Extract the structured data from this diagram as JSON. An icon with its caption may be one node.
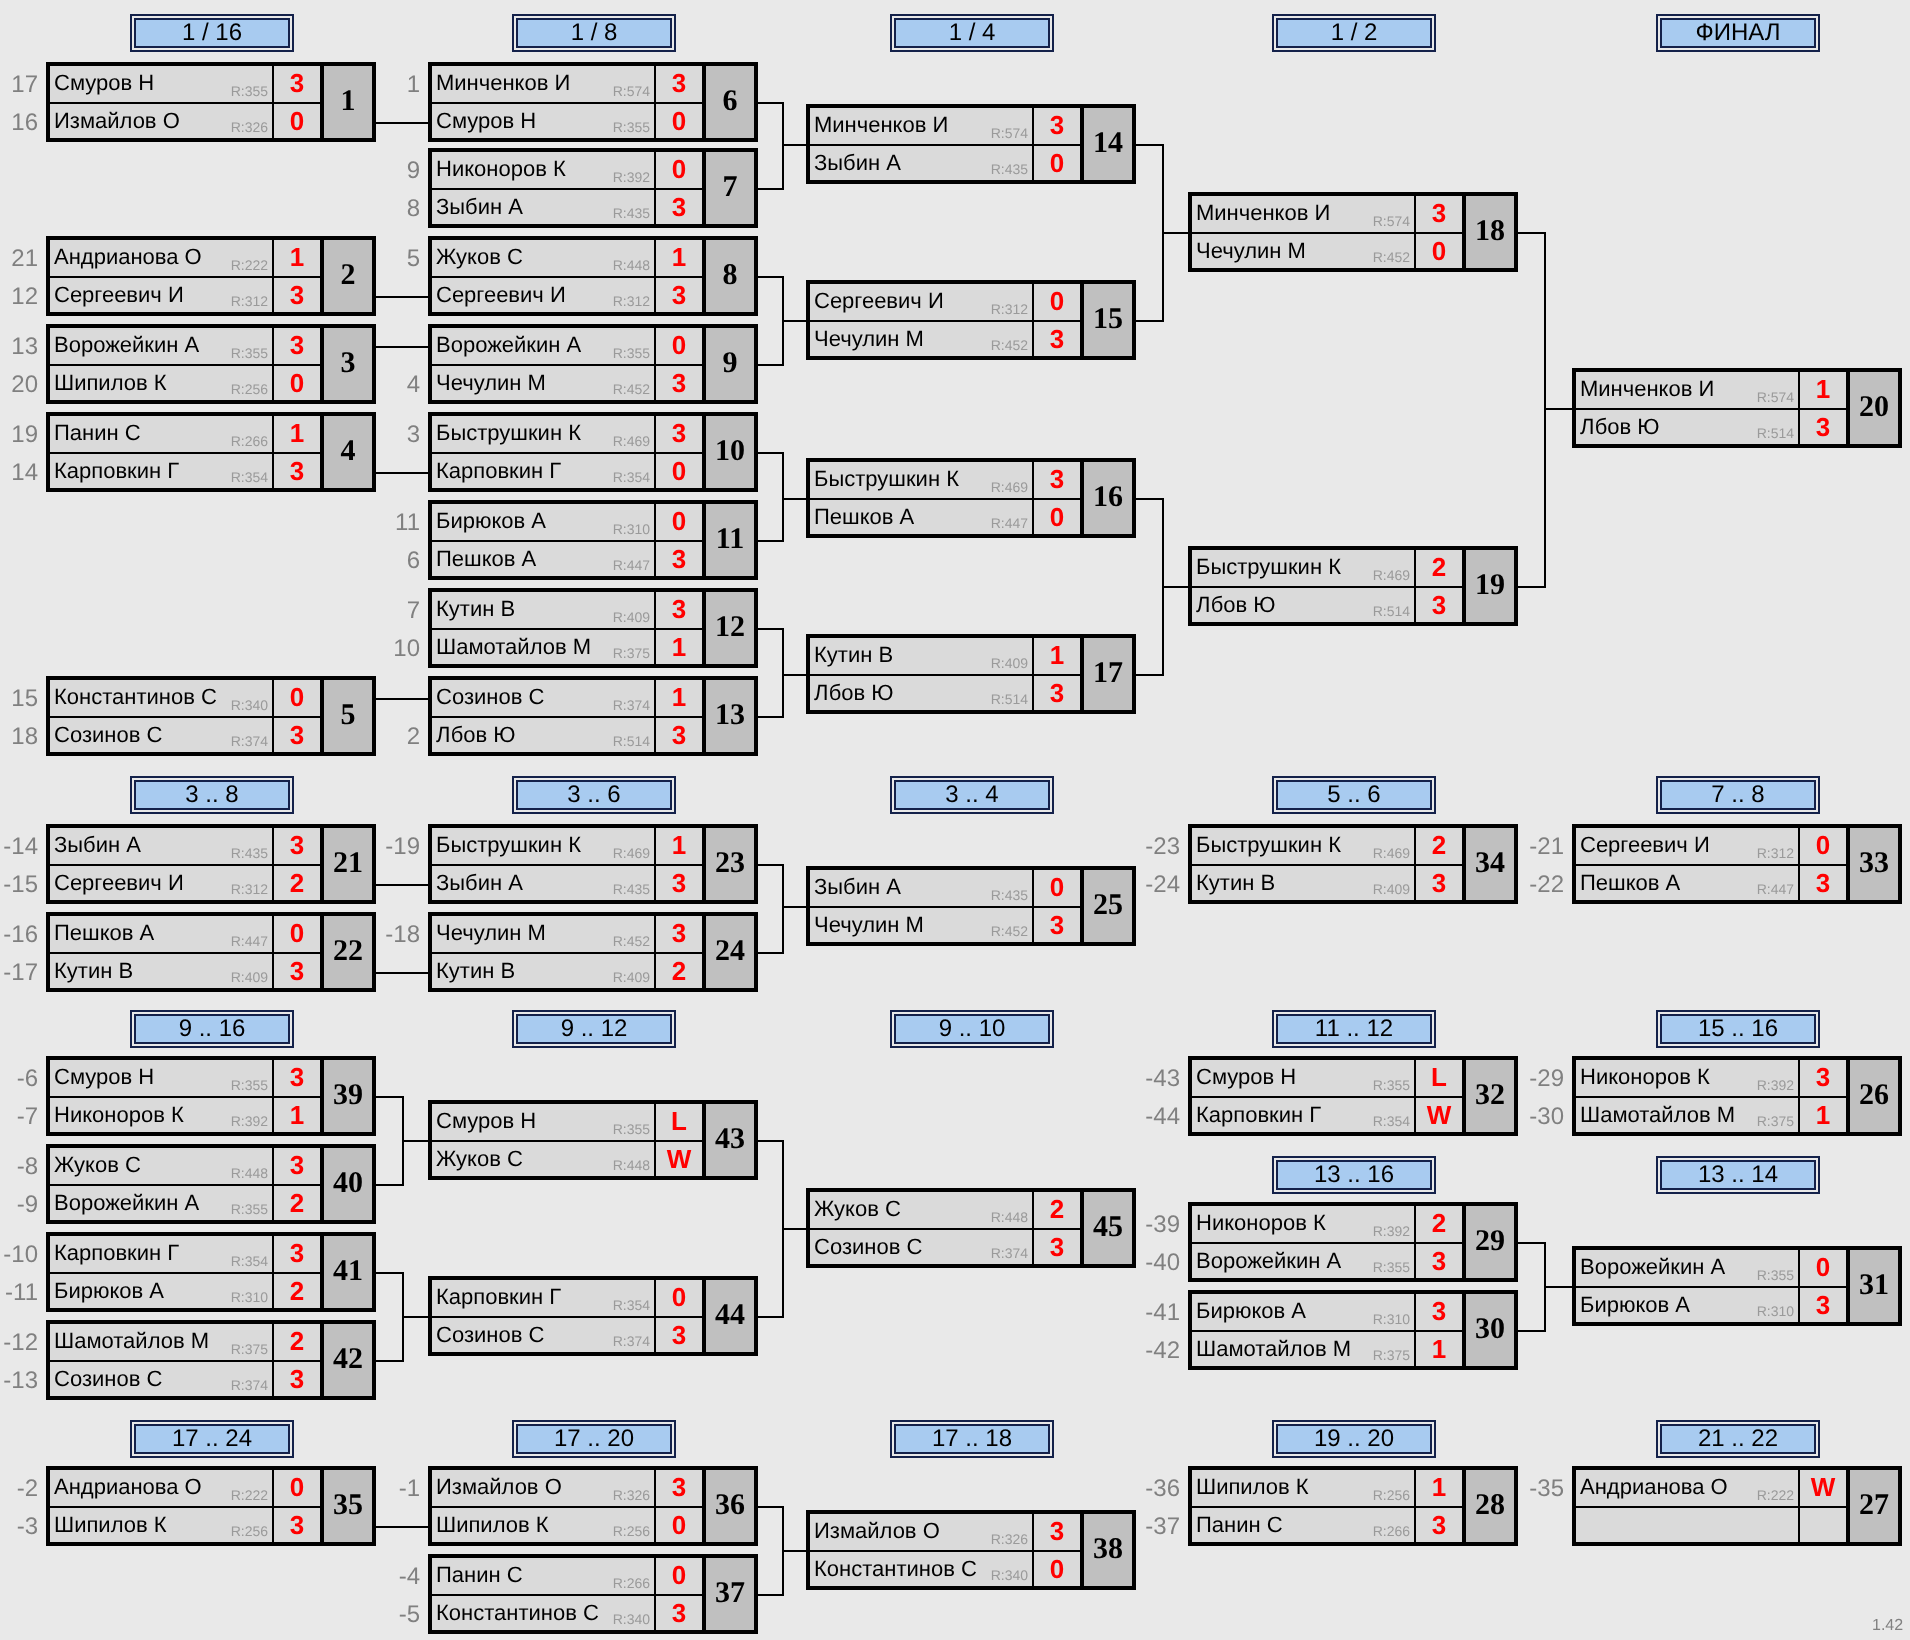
{
  "diagram": {
    "nodes": [
      {
        "text": [
          "1 / 16"
        ]
      },
      {
        "text": [
          "1 / 8"
        ]
      },
      {
        "text": [
          "1 / 4"
        ]
      },
      {
        "text": [
          "1 / 2"
        ]
      },
      {
        "text": [
          "ФИНАЛ"
        ]
      },
      {
        "text": [
          "Смуров Н",
          "R:355",
          "3",
          "Измайлов О",
          "R:326",
          "0",
          "1"
        ],
        "beside": [
          "17",
          "16"
        ]
      },
      {
        "text": [
          "Андрианова О",
          "R:222",
          "1",
          "Сергеевич И",
          "R:312",
          "3",
          "2"
        ],
        "beside": [
          "21",
          "12"
        ]
      },
      {
        "text": [
          "Ворожейкин А",
          "R:355",
          "3",
          "Шипилов К",
          "R:256",
          "0",
          "3"
        ],
        "beside": [
          "13",
          "20"
        ]
      },
      {
        "text": [
          "Панин С",
          "R:266",
          "1",
          "Карповкин Г",
          "R:354",
          "3",
          "4"
        ],
        "beside": [
          "19",
          "14"
        ]
      },
      {
        "text": [
          "Константинов С",
          "R:340",
          "0",
          "Созинов С",
          "R:374",
          "3",
          "5"
        ],
        "beside": [
          "15",
          "18"
        ]
      },
      {
        "text": [
          "Минченков И",
          "R:574",
          "3",
          "Смуров Н",
          "R:355",
          "0",
          "6"
        ],
        "beside": [
          "1"
        ]
      },
      {
        "text": [
          "Никоноров К",
          "R:392",
          "0",
          "Зыбин А",
          "R:435",
          "3",
          "7"
        ],
        "beside": [
          "9",
          "8"
        ]
      },
      {
        "text": [
          "Жуков С",
          "R:448",
          "1",
          "Сергеевич И",
          "R:312",
          "3",
          "8"
        ],
        "beside": [
          "5"
        ]
      },
      {
        "text": [
          "Ворожейкин А",
          "R:355",
          "0",
          "Чечулин М",
          "R:452",
          "3",
          "9"
        ],
        "beside": [
          "4"
        ]
      },
      {
        "text": [
          "Быструшкин К",
          "R:469",
          "3",
          "Карповкин Г",
          "R:354",
          "0",
          "10"
        ],
        "beside": [
          "3"
        ]
      },
      {
        "text": [
          "Бирюков А",
          "R:310",
          "0",
          "Пешков А",
          "R:447",
          "3",
          "11"
        ],
        "beside": [
          "11",
          "6"
        ]
      },
      {
        "text": [
          "Кутин В",
          "R:409",
          "3",
          "Шамотайлов М",
          "R:375",
          "1",
          "12"
        ],
        "beside": [
          "7",
          "10"
        ]
      },
      {
        "text": [
          "Созинов С",
          "R:374",
          "1",
          "Лбов Ю",
          "R:514",
          "3",
          "13"
        ],
        "beside": [
          "2"
        ]
      },
      {
        "text": [
          "Минченков И",
          "R:574",
          "3",
          "Зыбин А",
          "R:435",
          "0",
          "14"
        ]
      },
      {
        "text": [
          "Сергеевич И",
          "R:312",
          "0",
          "Чечулин М",
          "R:452",
          "3",
          "15"
        ]
      },
      {
        "text": [
          "Быструшкин К",
          "R:469",
          "3",
          "Пешков А",
          "R:447",
          "0",
          "16"
        ]
      },
      {
        "text": [
          "Кутин В",
          "R:409",
          "1",
          "Лбов Ю",
          "R:514",
          "3",
          "17"
        ]
      },
      {
        "text": [
          "Минченков И",
          "R:574",
          "3",
          "Чечулин М",
          "R:452",
          "0",
          "18"
        ]
      },
      {
        "text": [
          "Быструшкин К",
          "R:469",
          "2",
          "Лбов Ю",
          "R:514",
          "3",
          "19"
        ]
      },
      {
        "text": [
          "Минченков И",
          "R:574",
          "1",
          "Лбов Ю",
          "R:514",
          "3",
          "20"
        ]
      },
      {
        "text": [
          "3 .. 8"
        ]
      },
      {
        "text": [
          "3 .. 6"
        ]
      },
      {
        "text": [
          "3 .. 4"
        ]
      },
      {
        "text": [
          "5 .. 6"
        ]
      },
      {
        "text": [
          "7 .. 8"
        ]
      },
      {
        "text": [
          "Зыбин А",
          "R:435",
          "3",
          "Сергеевич И",
          "R:312",
          "2",
          "21"
        ],
        "beside": [
          "-14",
          "-15"
        ]
      },
      {
        "text": [
          "Пешков А",
          "R:447",
          "0",
          "Кутин В",
          "R:409",
          "3",
          "22"
        ],
        "beside": [
          "-16",
          "-17"
        ]
      },
      {
        "text": [
          "Быструшкин К",
          "R:469",
          "1",
          "Зыбин А",
          "R:435",
          "3",
          "23"
        ],
        "beside": [
          "-19"
        ]
      },
      {
        "text": [
          "Чечулин М",
          "R:452",
          "3",
          "Кутин В",
          "R:409",
          "2",
          "24"
        ],
        "beside": [
          "-18"
        ]
      },
      {
        "text": [
          "Зыбин А",
          "R:435",
          "0",
          "Чечулин М",
          "R:452",
          "3",
          "25"
        ]
      },
      {
        "text": [
          "Быструшкин К",
          "R:469",
          "2",
          "Кутин В",
          "R:409",
          "3",
          "34"
        ],
        "beside": [
          "-23",
          "-24"
        ]
      },
      {
        "text": [
          "Сергеевич И",
          "R:312",
          "0",
          "Пешков А",
          "R:447",
          "3",
          "33"
        ],
        "beside": [
          "-21",
          "-22"
        ]
      },
      {
        "text": [
          "9 .. 16"
        ]
      },
      {
        "text": [
          "9 .. 12"
        ]
      },
      {
        "text": [
          "9 .. 10"
        ]
      },
      {
        "text": [
          "11 .. 12"
        ]
      },
      {
        "text": [
          "15 .. 16"
        ]
      },
      {
        "text": [
          "Смуров Н",
          "R:355",
          "3",
          "Никоноров К",
          "R:392",
          "1",
          "39"
        ],
        "beside": [
          "-6",
          "-7"
        ]
      },
      {
        "text": [
          "Жуков С",
          "R:448",
          "3",
          "Ворожейкин А",
          "R:355",
          "2",
          "40"
        ],
        "beside": [
          "-8",
          "-9"
        ]
      },
      {
        "text": [
          "Карповкин Г",
          "R:354",
          "3",
          "Бирюков А",
          "R:310",
          "2",
          "41"
        ],
        "beside": [
          "-10",
          "-11"
        ]
      },
      {
        "text": [
          "Шамотайлов М",
          "R:375",
          "2",
          "Созинов С",
          "R:374",
          "3",
          "42"
        ],
        "beside": [
          "-12",
          "-13"
        ]
      },
      {
        "text": [
          "Смуров Н",
          "R:355",
          "L",
          "Жуков С",
          "R:448",
          "W",
          "43"
        ]
      },
      {
        "text": [
          "Карповкин Г",
          "R:354",
          "0",
          "Созинов С",
          "R:374",
          "3",
          "44"
        ]
      },
      {
        "text": [
          "Жуков С",
          "R:448",
          "2",
          "Созинов С",
          "R:374",
          "3",
          "45"
        ]
      },
      {
        "text": [
          "Смуров Н",
          "R:355",
          "L",
          "Карповкин Г",
          "R:354",
          "W",
          "32"
        ],
        "beside": [
          "-43",
          "-44"
        ]
      },
      {
        "text": [
          "13 .. 16"
        ]
      },
      {
        "text": [
          "Никоноров К",
          "R:392",
          "2",
          "Ворожейкин А",
          "R:355",
          "3",
          "29"
        ],
        "beside": [
          "-39",
          "-40"
        ]
      },
      {
        "text": [
          "Бирюков А",
          "R:310",
          "3",
          "Шамотайлов М",
          "R:375",
          "1",
          "30"
        ],
        "beside": [
          "-41",
          "-42"
        ]
      },
      {
        "text": [
          "Никоноров К",
          "R:392",
          "3",
          "Шамотайлов М",
          "R:375",
          "1",
          "26"
        ],
        "beside": [
          "-29",
          "-30"
        ]
      },
      {
        "text": [
          "13 .. 14"
        ]
      },
      {
        "text": [
          "Ворожейкин А",
          "R:355",
          "0",
          "Бирюков А",
          "R:310",
          "3",
          "31"
        ]
      },
      {
        "text": [
          "17 .. 24"
        ]
      },
      {
        "text": [
          "17 .. 20"
        ]
      },
      {
        "text": [
          "17 .. 18"
        ]
      },
      {
        "text": [
          "19 .. 20"
        ]
      },
      {
        "text": [
          "21 .. 22"
        ]
      },
      {
        "text": [
          "Андрианова О",
          "R:222",
          "0",
          "Шипилов К",
          "R:256",
          "3",
          "35"
        ],
        "beside": [
          "-2",
          "-3"
        ]
      },
      {
        "text": [
          "Измайлов О",
          "R:326",
          "3",
          "Шипилов К",
          "R:256",
          "0",
          "36"
        ],
        "beside": [
          "-1"
        ]
      },
      {
        "text": [
          "Панин С",
          "R:266",
          "0",
          "Константинов С",
          "R:340",
          "3",
          "37"
        ],
        "beside": [
          "-4",
          "-5"
        ]
      },
      {
        "text": [
          "Измайлов О",
          "R:326",
          "3",
          "Константинов С",
          "R:340",
          "0",
          "38"
        ]
      },
      {
        "text": [
          "Шипилов К",
          "R:256",
          "1",
          "Панин С",
          "R:266",
          "3",
          "28"
        ],
        "beside": [
          "-36",
          "-37"
        ]
      },
      {
        "text": [
          "Андрианова О",
          "R:222",
          "W",
          "27"
        ],
        "beside": [
          "-35"
        ]
      }
    ],
    "edges": [
      {
        "from": 5,
        "to": 10,
        "arrow": "none"
      },
      {
        "from": 6,
        "to": 12,
        "arrow": "none"
      },
      {
        "from": 7,
        "to": 13,
        "arrow": "none"
      },
      {
        "from": 8,
        "to": 14,
        "arrow": "none"
      },
      {
        "from": 9,
        "to": 17,
        "arrow": "none"
      },
      {
        "from": 10,
        "to": 18,
        "arrow": "none"
      },
      {
        "from": 11,
        "to": 18,
        "arrow": "none"
      },
      {
        "from": 12,
        "to": 19,
        "arrow": "none"
      },
      {
        "from": 13,
        "to": 19,
        "arrow": "none"
      },
      {
        "from": 14,
        "to": 20,
        "arrow": "none"
      },
      {
        "from": 15,
        "to": 20,
        "arrow": "none"
      },
      {
        "from": 16,
        "to": 21,
        "arrow": "none"
      },
      {
        "from": 17,
        "to": 21,
        "arrow": "none"
      },
      {
        "from": 18,
        "to": 22,
        "arrow": "none"
      },
      {
        "from": 19,
        "to": 22,
        "arrow": "none"
      },
      {
        "from": 20,
        "to": 23,
        "arrow": "none"
      },
      {
        "from": 21,
        "to": 23,
        "arrow": "none"
      },
      {
        "from": 22,
        "to": 24,
        "arrow": "none"
      },
      {
        "from": 23,
        "to": 24,
        "arrow": "none"
      },
      {
        "from": 30,
        "to": 32,
        "arrow": "none"
      },
      {
        "from": 31,
        "to": 33,
        "arrow": "none"
      },
      {
        "from": 32,
        "to": 34,
        "arrow": "none"
      },
      {
        "from": 33,
        "to": 34,
        "arrow": "none"
      },
      {
        "from": 42,
        "to": 46,
        "arrow": "none"
      },
      {
        "from": 43,
        "to": 46,
        "arrow": "none"
      },
      {
        "from": 44,
        "to": 47,
        "arrow": "none"
      },
      {
        "from": 45,
        "to": 47,
        "arrow": "none"
      },
      {
        "from": 46,
        "to": 48,
        "arrow": "none"
      },
      {
        "from": 47,
        "to": 48,
        "arrow": "none"
      },
      {
        "from": 51,
        "to": 55,
        "arrow": "none"
      },
      {
        "from": 52,
        "to": 55,
        "arrow": "none"
      },
      {
        "from": 61,
        "to": 62,
        "arrow": "none"
      },
      {
        "from": 62,
        "to": 64,
        "arrow": "none"
      },
      {
        "from": 63,
        "to": 64,
        "arrow": "none"
      }
    ],
    "labels": [
      "1.42"
    ]
  }
}
